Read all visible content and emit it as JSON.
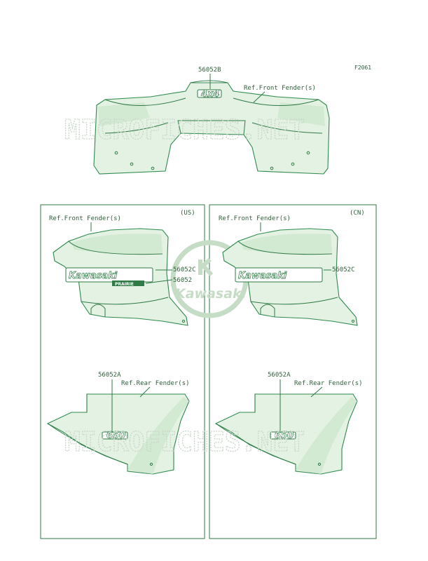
{
  "figure_code": "F2061",
  "watermark": "MICROFICHES.NET",
  "logo_text": "Kawasaki",
  "top": {
    "part_label": "56052B",
    "ref_label": "Ref.Front Fender(s)",
    "decal_text": "4x4"
  },
  "panels": [
    {
      "region": "(US)",
      "front_ref": "Ref.Front Fender(s)",
      "part_c": "56052C",
      "part_d": "56052",
      "decal_brand": "Kawasaki",
      "decal_model": "PRAIRIE",
      "part_a": "56052A",
      "rear_ref": "Ref.Rear Fender(s)",
      "rear_decal": "650"
    },
    {
      "region": "(CN)",
      "front_ref": "Ref.Front Fender(s)",
      "part_c": "56052C",
      "decal_brand": "Kawasaki",
      "part_a": "56052A",
      "rear_ref": "Ref.Rear Fender(s)",
      "rear_decal": "650"
    }
  ],
  "colors": {
    "line": "#2f7a45",
    "fill": "#e3f2e3",
    "watermark": "#c9d6c9"
  }
}
